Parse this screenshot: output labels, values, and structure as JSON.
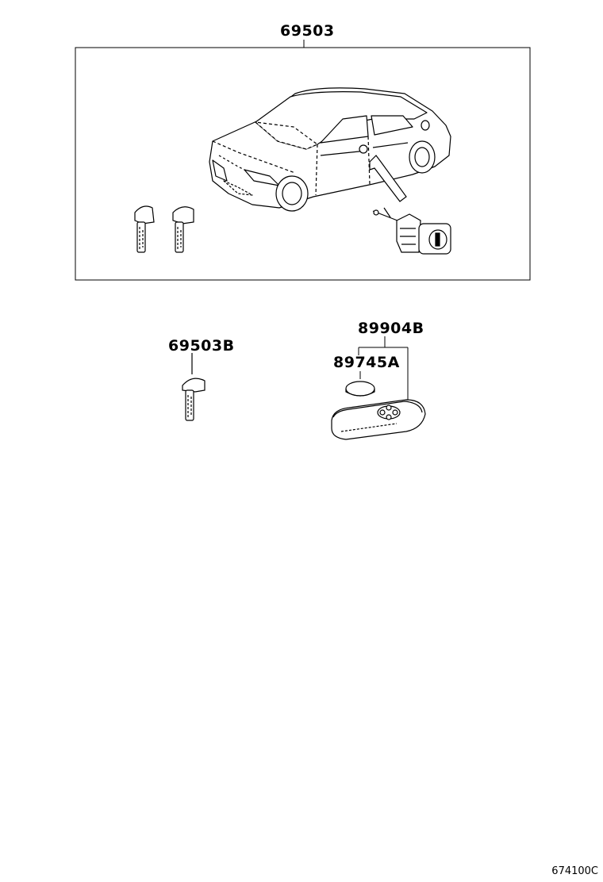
{
  "labels": {
    "kit": "69503",
    "key_blank": "69503B",
    "transmitter": "89904B",
    "battery": "89745A"
  },
  "catalog_code": "674100C",
  "icons": [
    "sedan-car",
    "key-blank",
    "door-lock-cylinder",
    "arrow",
    "coin-battery",
    "smart-key-fob"
  ]
}
